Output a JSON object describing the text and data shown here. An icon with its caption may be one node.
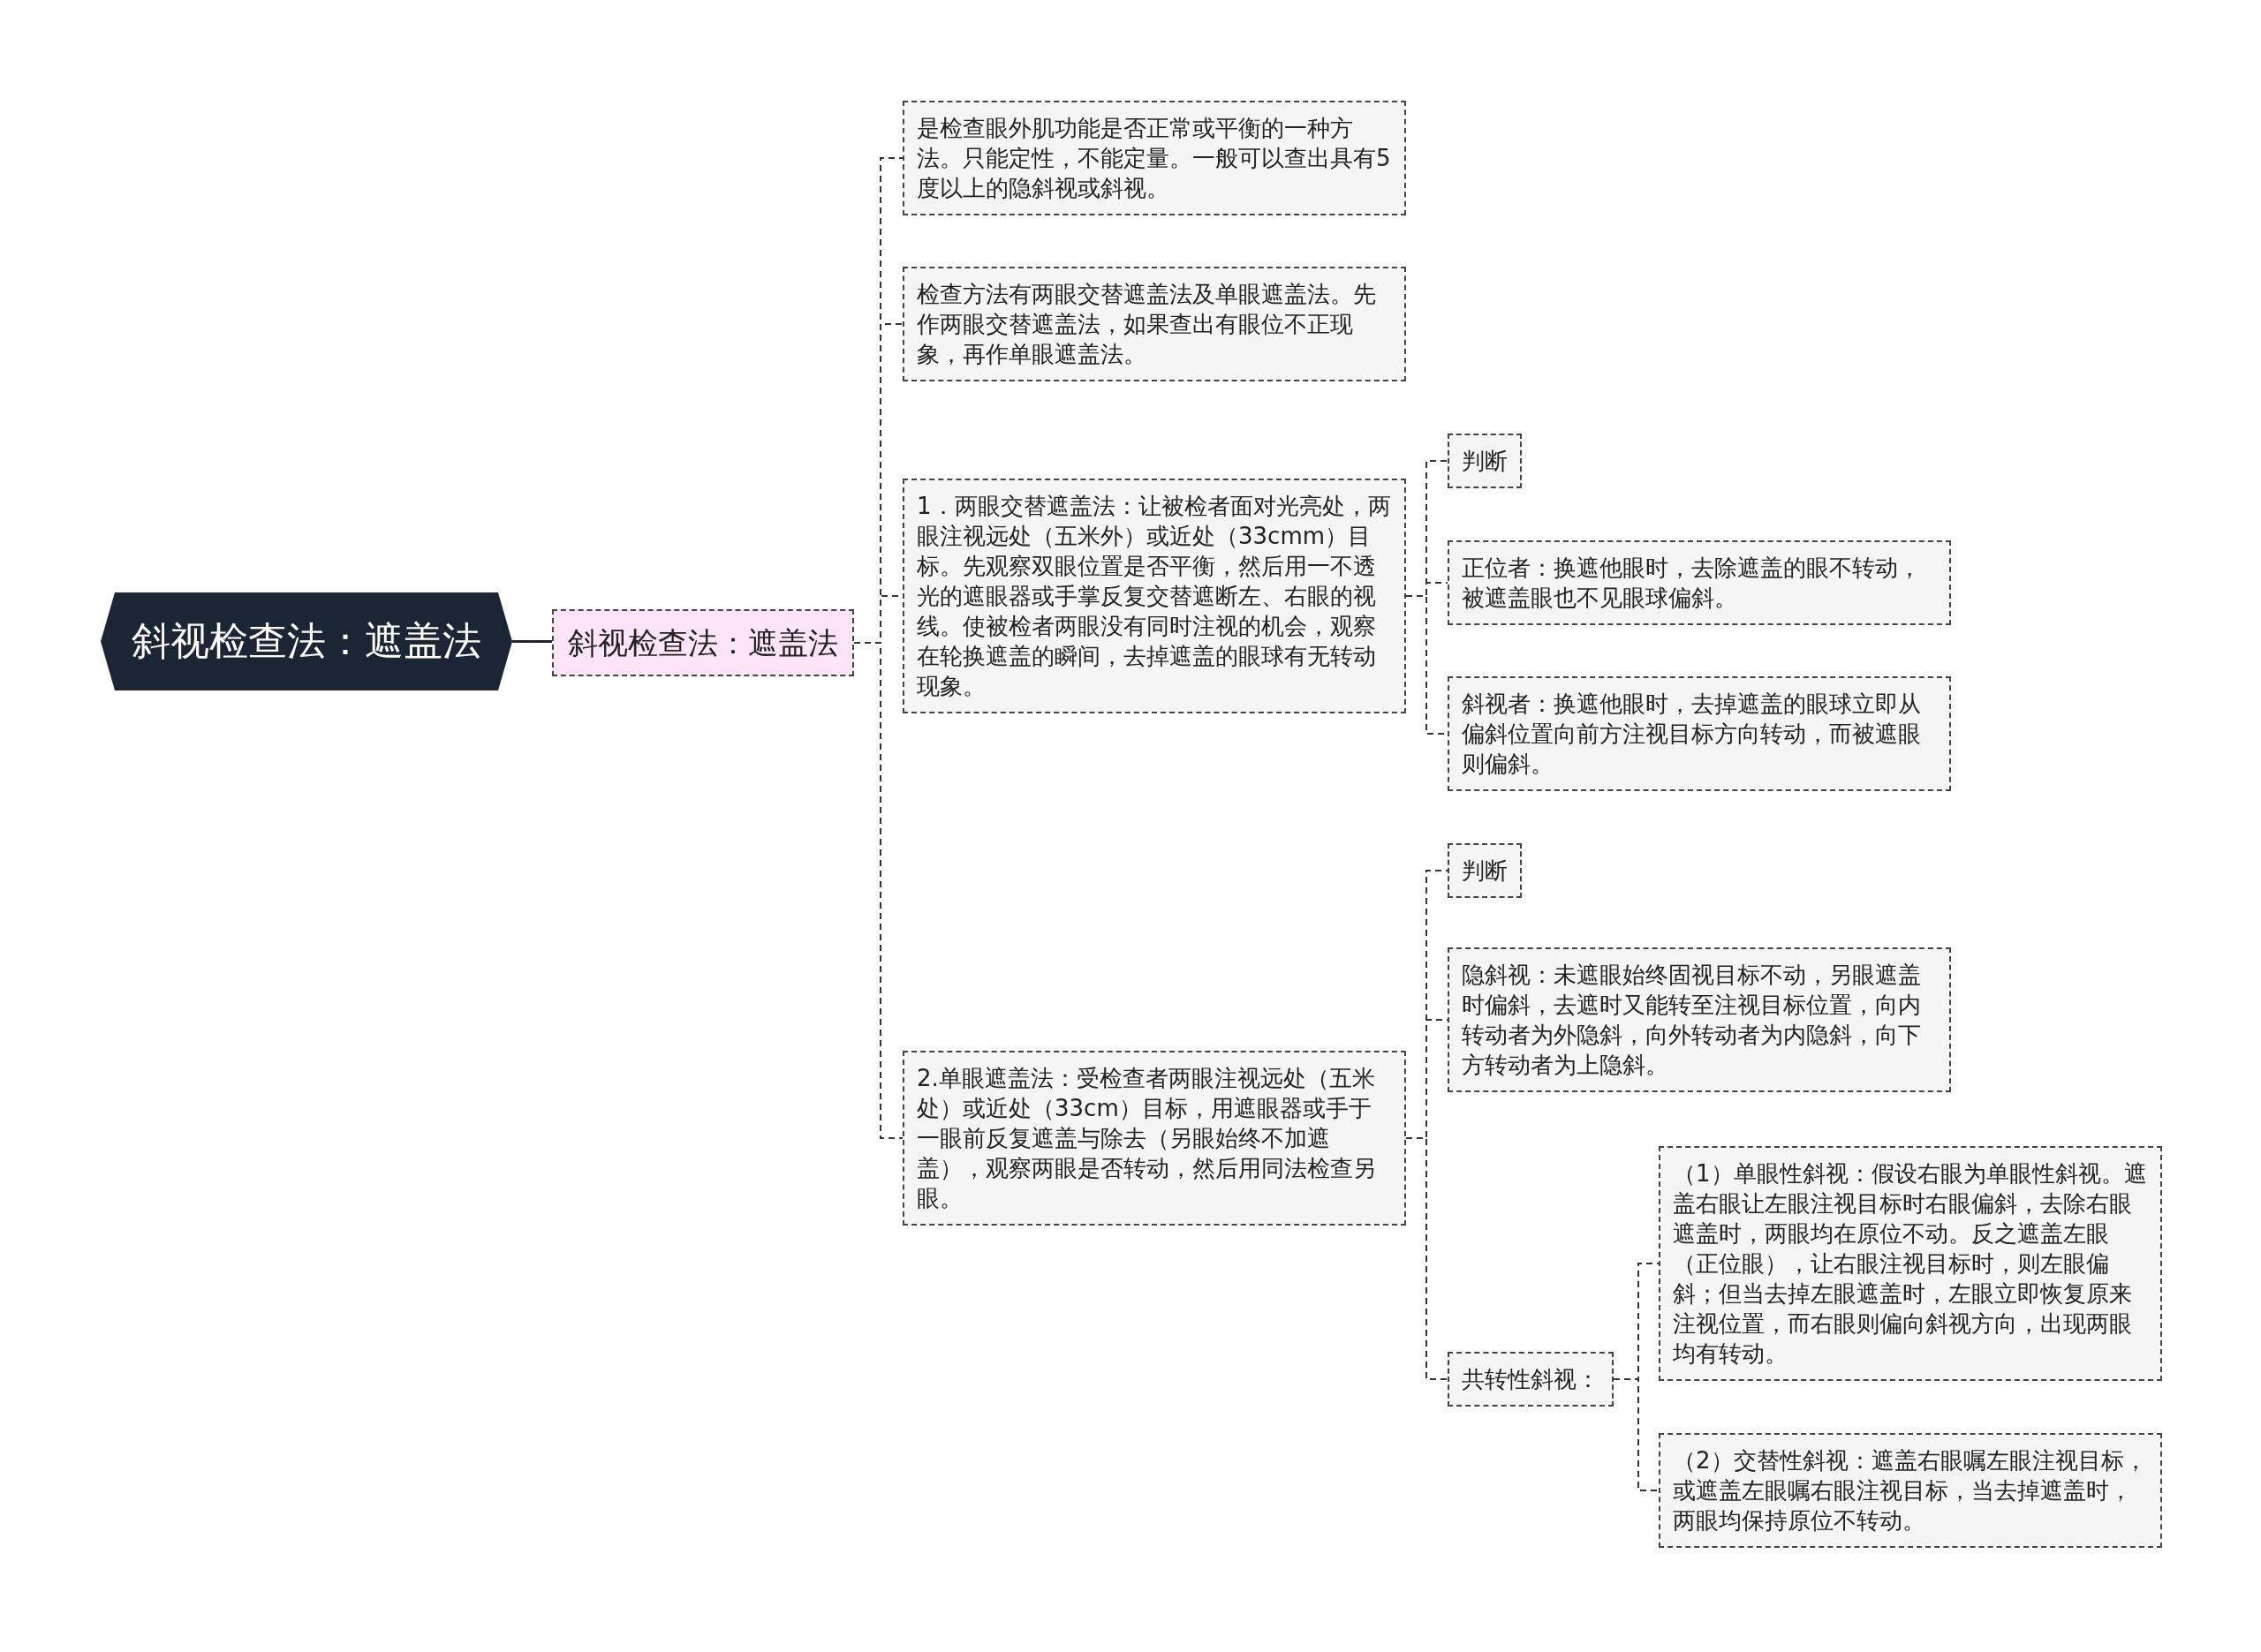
{
  "diagram": {
    "nodes": [
      {
        "text": [
          "斜视检查法：遮盖法"
        ]
      },
      {
        "text": [
          "斜视检查法：遮盖法"
        ]
      },
      {
        "text": [
          "是检查眼外肌功能是否正常或平衡的一种方法。只能定性，不能定量。一般可以查出具有5度以上的隐斜视或斜视。"
        ]
      },
      {
        "text": [
          "检查方法有两眼交替遮盖法及单眼遮盖法。先作两眼交替遮盖法，如果查出有眼位不正现象，再作单眼遮盖法。"
        ]
      },
      {
        "text": [
          "1．两眼交替遮盖法：让被检者面对光亮处，两眼注视远处（五米外）或近处（33cmm）目标。先观察双眼位置是否平衡，然后用一不透光的遮眼器或手掌反复交替遮断左、右眼的视线。使被检者两眼没有同时注视的机会，观察在轮换遮盖的瞬间，去掉遮盖的眼球有无转动现象。"
        ]
      },
      {
        "text": [
          "2.单眼遮盖法：受检查者两眼注视远处（五米处）或近处（33cm）目标，用遮眼器或手于一眼前反复遮盖与除去（另眼始终不加遮盖），观察两眼是否转动，然后用同法检查另眼。"
        ]
      },
      {
        "text": [
          "判断"
        ]
      },
      {
        "text": [
          "正位者：换遮他眼时，去除遮盖的眼不转动，被遮盖眼也不见眼球偏斜。"
        ]
      },
      {
        "text": [
          "斜视者：换遮他眼时，去掉遮盖的眼球立即从偏斜位置向前方注视目标方向转动，而被遮眼则偏斜。"
        ]
      },
      {
        "text": [
          "判断"
        ]
      },
      {
        "text": [
          "隐斜视：未遮眼始终固视目标不动，另眼遮盖时偏斜，去遮时又能转至注视目标位置，向内转动者为外隐斜，向外转动者为内隐斜，向下方转动者为上隐斜。"
        ]
      },
      {
        "text": [
          "共转性斜视："
        ]
      },
      {
        "text": [
          "（1）单眼性斜视：假设右眼为单眼性斜视。遮盖右眼让左眼注视目标时右眼偏斜，去除右眼遮盖时，两眼均在原位不动。反之遮盖左眼（正位眼），让右眼注视目标时，则左眼偏斜；但当去掉左眼遮盖时，左眼立即恢复原来注视位置，而右眼则偏向斜视方向，出现两眼均有转动。"
        ]
      },
      {
        "text": [
          "（2）交替性斜视：遮盖右眼嘱左眼注视目标，或遮盖左眼嘱右眼注视目标，当去掉遮盖时，两眼均保持原位不转动。"
        ]
      }
    ],
    "edges": [
      {
        "from": 0,
        "to": 1,
        "arrow": "none"
      },
      {
        "from": 1,
        "to": 2,
        "arrow": "none",
        "style": "dashed"
      },
      {
        "from": 1,
        "to": 3,
        "arrow": "none",
        "style": "dashed"
      },
      {
        "from": 1,
        "to": 4,
        "arrow": "none",
        "style": "dashed"
      },
      {
        "from": 1,
        "to": 5,
        "arrow": "none",
        "style": "dashed"
      },
      {
        "from": 4,
        "to": 6,
        "arrow": "none",
        "style": "dashed"
      },
      {
        "from": 4,
        "to": 7,
        "arrow": "none",
        "style": "dashed"
      },
      {
        "from": 4,
        "to": 8,
        "arrow": "none",
        "style": "dashed"
      },
      {
        "from": 5,
        "to": 9,
        "arrow": "none",
        "style": "dashed"
      },
      {
        "from": 5,
        "to": 10,
        "arrow": "none",
        "style": "dashed"
      },
      {
        "from": 5,
        "to": 11,
        "arrow": "none",
        "style": "dashed"
      },
      {
        "from": 11,
        "to": 12,
        "arrow": "none",
        "style": "dashed"
      },
      {
        "from": 11,
        "to": 13,
        "arrow": "none",
        "style": "dashed"
      }
    ]
  }
}
